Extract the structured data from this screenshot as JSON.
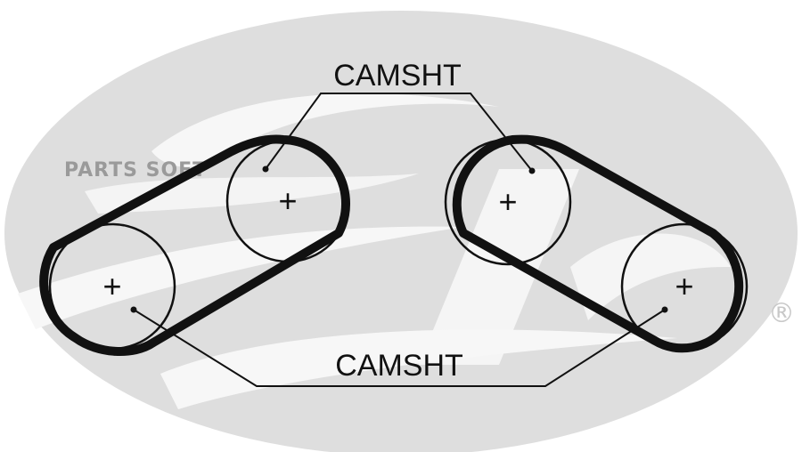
{
  "diagram": {
    "title": "Timing belt routing diagram",
    "labels": {
      "top_callout": "CAMSHT",
      "bottom_callout": "CAMSHT"
    },
    "watermark": {
      "text": "PARTS SOFT",
      "brand_mark": "®"
    },
    "pulleys": [
      {
        "id": "left-upper",
        "role": "camshaft",
        "center_mark": "+"
      },
      {
        "id": "left-lower",
        "role": "camshaft",
        "center_mark": "+"
      },
      {
        "id": "right-upper",
        "role": "camshaft",
        "center_mark": "+"
      },
      {
        "id": "right-lower",
        "role": "camshaft",
        "center_mark": "+"
      }
    ],
    "belts": [
      {
        "id": "left-belt",
        "wraps": [
          "left-upper",
          "left-lower"
        ]
      },
      {
        "id": "right-belt",
        "wraps": [
          "right-upper",
          "right-lower"
        ]
      }
    ],
    "colors": {
      "background": "#ffffff",
      "logo_gray": "#dcdcdc",
      "ink": "#111111",
      "watermark": "#9a9a9a"
    }
  }
}
